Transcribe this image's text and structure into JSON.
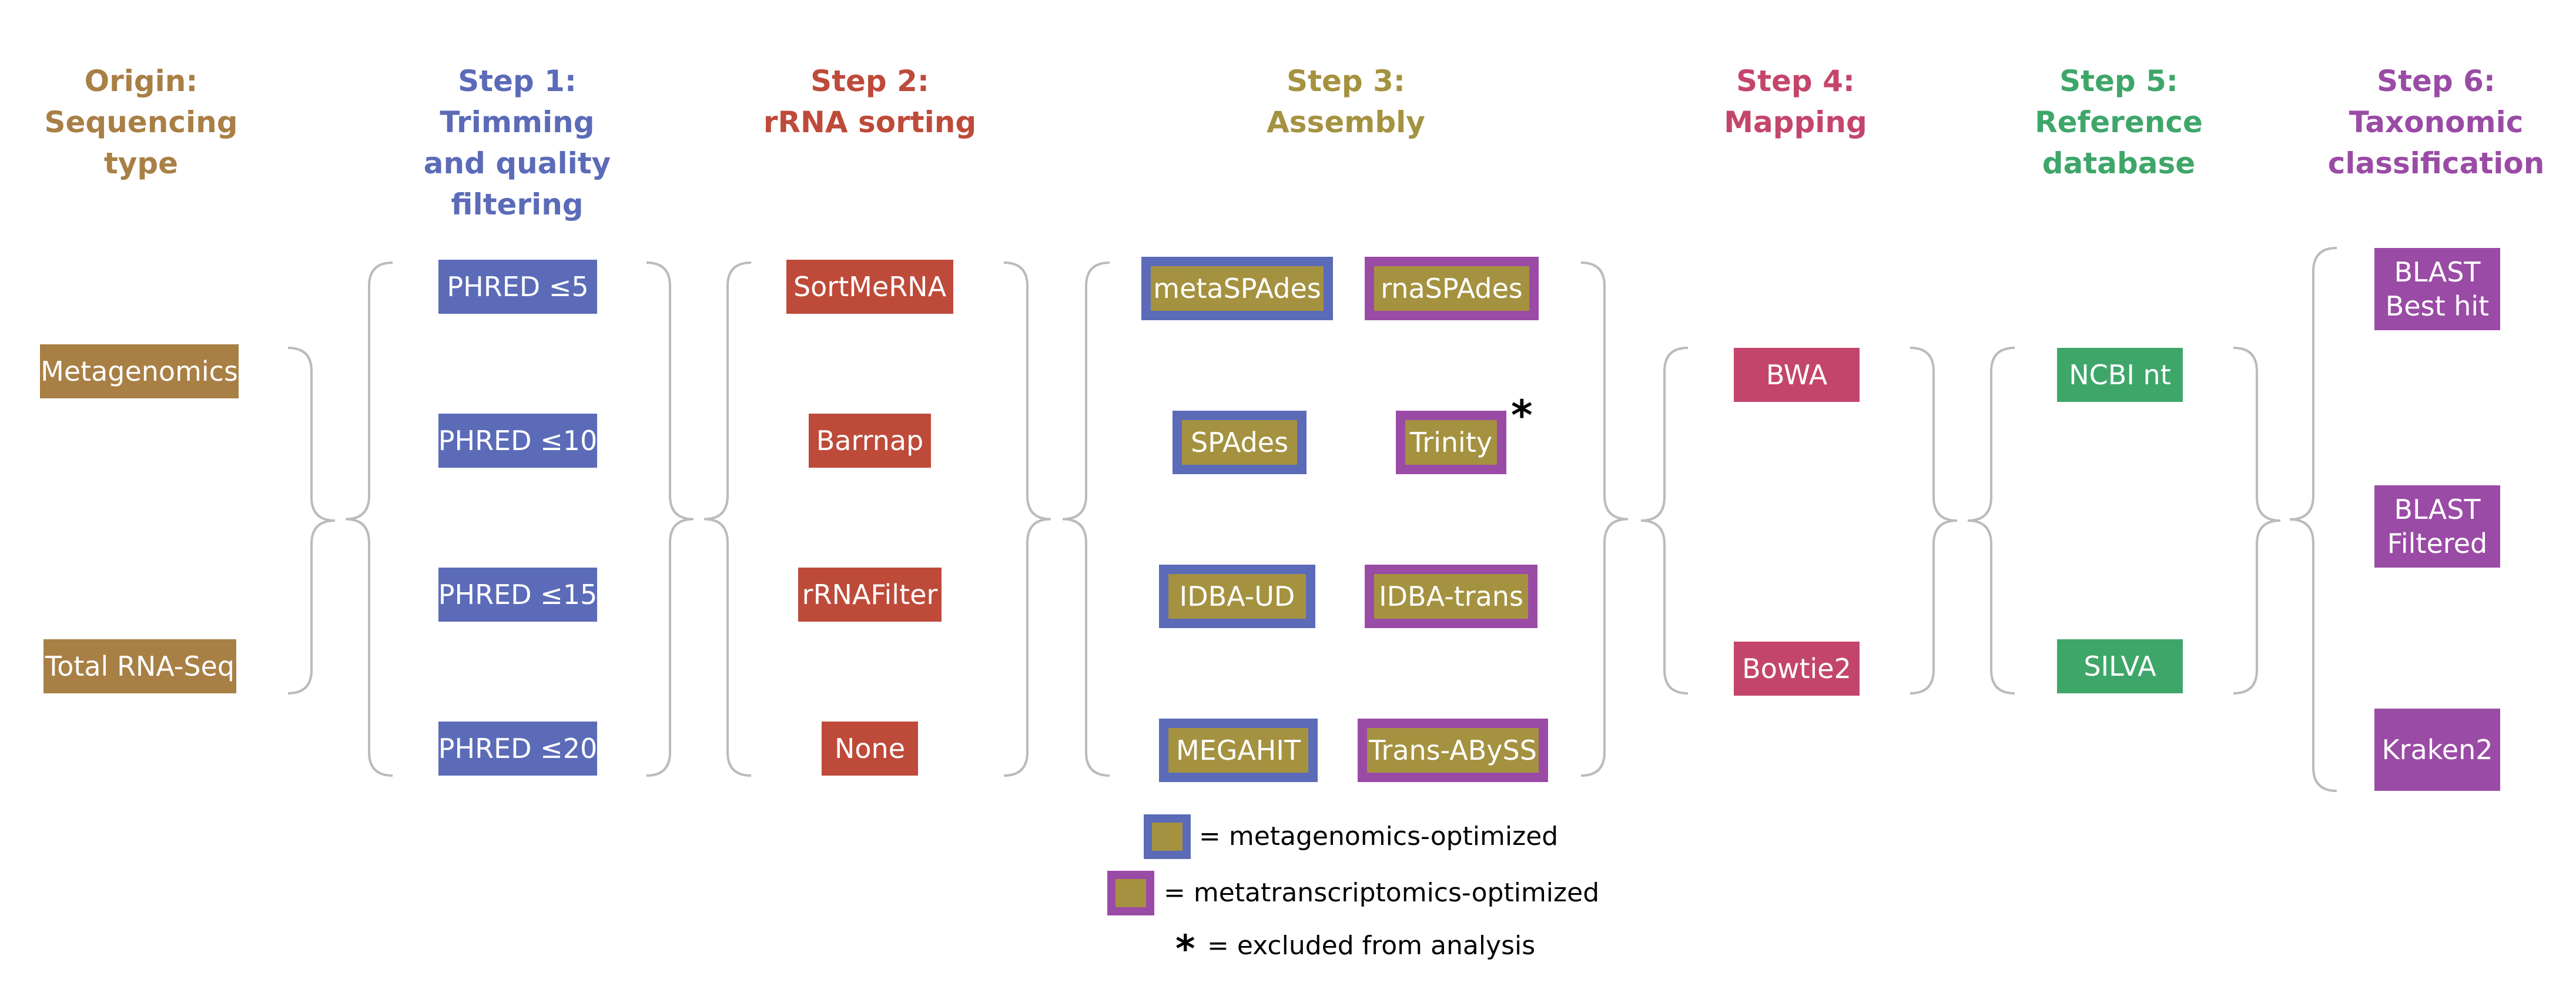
{
  "colors": {
    "origin": "#A87F45",
    "step1": "#5B6BB8",
    "step2": "#BE4A3A",
    "step3": "#A59240",
    "step4": "#C4456C",
    "step5": "#3FA66A",
    "step6": "#9A4BA5",
    "meta_border": "#5B6BB8",
    "metat_border": "#9A4BA5",
    "inner_fill": "#A59240",
    "brace": "#BBBBBB"
  },
  "headers": {
    "origin": [
      "Origin:",
      "Sequencing",
      "type"
    ],
    "step1": [
      "Step 1:",
      "Trimming",
      "and quality",
      "filtering"
    ],
    "step2": [
      "Step 2:",
      "rRNA sorting"
    ],
    "step3": [
      "Step 3:",
      "Assembly"
    ],
    "step4": [
      "Step 4:",
      "Mapping"
    ],
    "step5": [
      "Step 5:",
      "Reference",
      "database"
    ],
    "step6": [
      "Step 6:",
      "Taxonomic",
      "classification"
    ]
  },
  "origin": [
    "Metagenomics",
    "Total RNA-Seq"
  ],
  "step1": [
    "PHRED ≤5",
    "PHRED ≤10",
    "PHRED ≤15",
    "PHRED ≤20"
  ],
  "step2": [
    "SortMeRNA",
    "Barrnap",
    "rRNAFilter",
    "None"
  ],
  "step3": {
    "metagenomics": [
      "metaSPAdes",
      "SPAdes",
      "IDBA-UD",
      "MEGAHIT"
    ],
    "metatranscriptomics": [
      "rnaSPAdes",
      "Trinity",
      "IDBA-trans",
      "Trans-ABySS"
    ],
    "excluded_marker": "*"
  },
  "step4": [
    "BWA",
    "Bowtie2"
  ],
  "step5": [
    "NCBI nt",
    "SILVA"
  ],
  "step6": [
    "BLAST\nBest hit",
    "BLAST\nFiltered",
    "Kraken2"
  ],
  "legend": {
    "meta": "= metagenomics-optimized",
    "metat": "= metatranscriptomics-optimized",
    "star": "*",
    "excluded": "= excluded from analysis"
  }
}
